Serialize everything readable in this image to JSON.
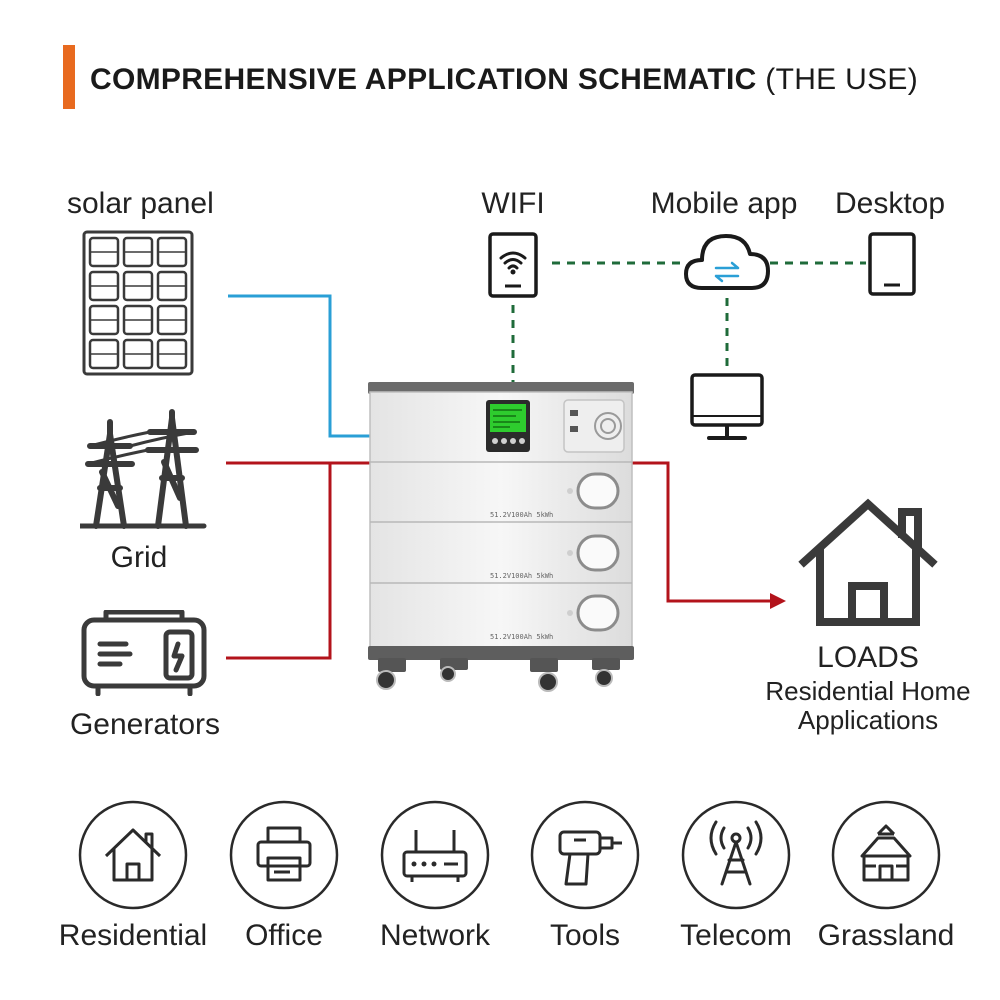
{
  "header": {
    "title_bold": "COMPREHENSIVE APPLICATION SCHEMATIC",
    "title_rest": " (THE USE)",
    "accent_color": "#e86a1f"
  },
  "sources": {
    "solar": "solar panel",
    "grid": "Grid",
    "generators": "Generators"
  },
  "monitoring": {
    "wifi": "WIFI",
    "mobile_app": "Mobile app",
    "desktop": "Desktop"
  },
  "loads": {
    "title": "LOADS",
    "line1": "Residential Home",
    "line2": "Applications"
  },
  "battery": {
    "module_labels": [
      "51.2V100Ah 5kWh",
      "51.2V100Ah 5kWh",
      "51.2V100Ah 5kWh"
    ]
  },
  "categories": [
    {
      "label": "Residential",
      "icon": "house-icon"
    },
    {
      "label": "Office",
      "icon": "printer-icon"
    },
    {
      "label": "Network",
      "icon": "router-icon"
    },
    {
      "label": "Tools",
      "icon": "drill-icon"
    },
    {
      "label": "Telecom",
      "icon": "antenna-icon"
    },
    {
      "label": "Grassland",
      "icon": "yurt-icon"
    }
  ],
  "colors": {
    "solar_line": "#2a9fd6",
    "ac_line": "#b3131b",
    "data_line": "#1f6b3a",
    "icon_stroke": "#3a3a3a"
  }
}
